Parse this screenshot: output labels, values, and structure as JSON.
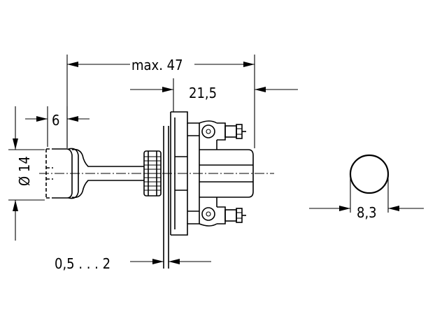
{
  "dimensions": {
    "overall_length": "max. 47",
    "body_length": "21,5",
    "knob_length": "6",
    "knob_diameter": "Ø 14",
    "panel_thickness": "0,5 . . . 2",
    "end_view_diameter": "8,3"
  },
  "colors": {
    "line": "#000000",
    "background": "#ffffff"
  }
}
